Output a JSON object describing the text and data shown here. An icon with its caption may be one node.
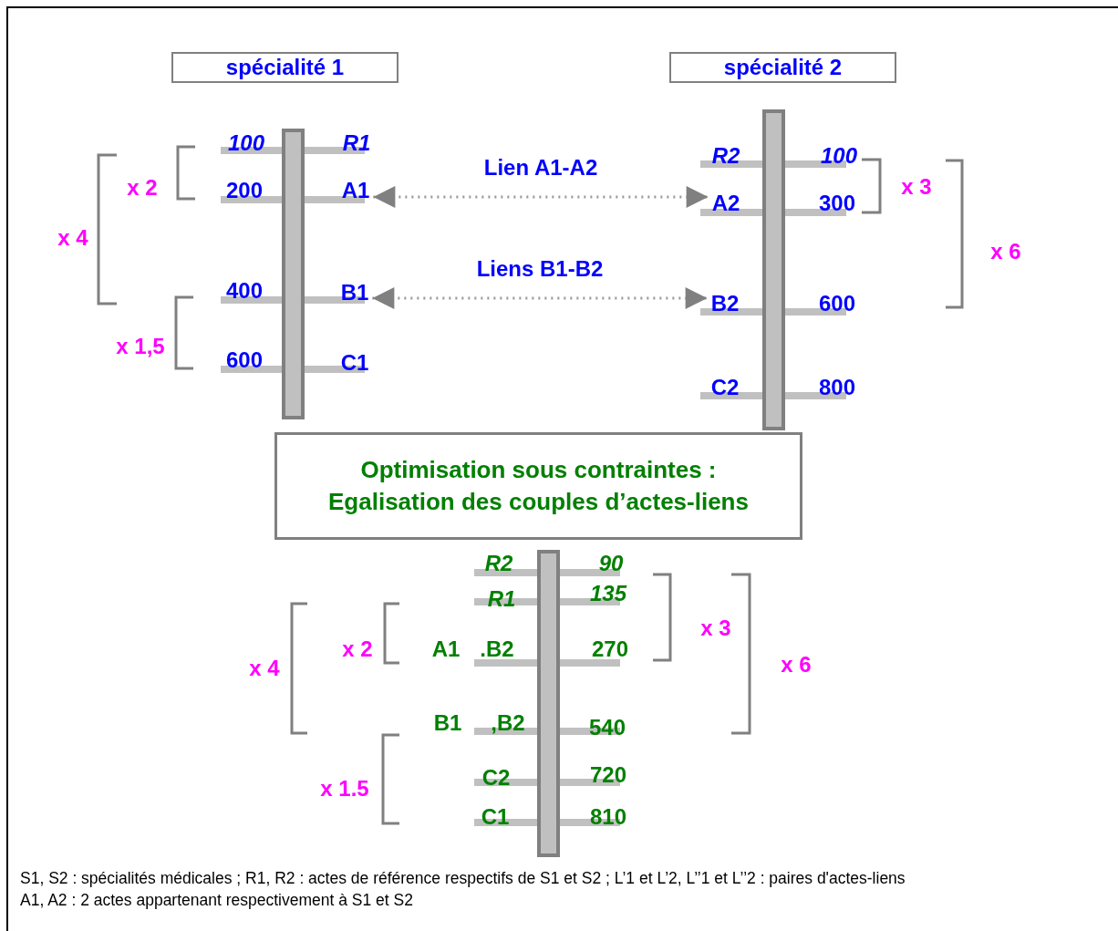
{
  "diagram": {
    "nodes": [
      {
        "text": [
          "spécialité 1"
        ]
      },
      {
        "text": [
          "spécialité 2"
        ]
      },
      {
        "text": [
          "Optimisation sous contraintes :",
          "Egalisation des couples d’actes-liens"
        ]
      },
      {
        "text": [
          "A1"
        ]
      },
      {
        "text": [
          "A2"
        ]
      },
      {
        "text": [
          "B1"
        ]
      },
      {
        "text": [
          "B2"
        ]
      }
    ],
    "edges": [
      {
        "from": 3,
        "to": 4,
        "arrow": "both",
        "style": "dashed",
        "label": "Lien A1-A2"
      },
      {
        "from": 5,
        "to": 6,
        "arrow": "both",
        "style": "dashed",
        "label": "Liens B1-B2"
      }
    ],
    "labels": [
      "100",
      "R1",
      "R2",
      "100",
      "x 2",
      "200",
      "x 3",
      "300",
      "x 4",
      "x 6",
      "400",
      "600",
      "x 1,5",
      "600",
      "C1",
      "C2",
      "800",
      "R2",
      "90",
      "R1",
      "135",
      "x 3",
      "x 2",
      "A1",
      ".B2",
      "270",
      "x 4",
      "x 6",
      "B1",
      ",B2",
      "540",
      "C2",
      "720",
      "x 1.5",
      "C1",
      "810",
      "S1, S2 : spécialités médicales ; R1, R2 : actes de référence respectifs de S1 et S2 ; L’1 et L’2, L’’1 et L’’2 : paires d'actes-liens",
      "A1, A2 : 2 actes appartenant respectivement à S1 et S2"
    ]
  }
}
